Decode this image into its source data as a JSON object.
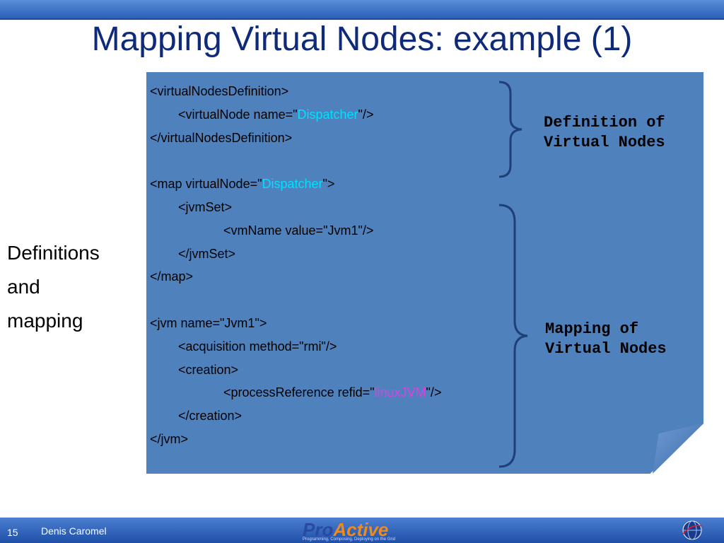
{
  "slide": {
    "title": "Mapping Virtual Nodes: example (1)",
    "side_lines": [
      "Definitions",
      "and",
      "mapping"
    ],
    "code_lines": [
      {
        "indent": 0,
        "parts": [
          {
            "text": "<virtualNodesDefinition>",
            "color": ""
          }
        ]
      },
      {
        "indent": 1,
        "parts": [
          {
            "text": "<virtualNode name=\"",
            "color": ""
          },
          {
            "text": "Dispatcher",
            "color": "cyan"
          },
          {
            "text": "\"/>",
            "color": ""
          }
        ]
      },
      {
        "indent": 0,
        "parts": [
          {
            "text": "</virtualNodesDefinition>",
            "color": ""
          }
        ]
      },
      {
        "indent": 0,
        "parts": []
      },
      {
        "indent": 0,
        "parts": [
          {
            "text": "<map virtualNode=\"",
            "color": ""
          },
          {
            "text": "Dispatcher",
            "color": "cyan"
          },
          {
            "text": "\">",
            "color": ""
          }
        ]
      },
      {
        "indent": 1,
        "parts": [
          {
            "text": "<jvmSet>",
            "color": ""
          }
        ]
      },
      {
        "indent": 2,
        "parts": [
          {
            "text": "<vmName value=\"Jvm1\"/>",
            "color": ""
          }
        ]
      },
      {
        "indent": 1,
        "parts": [
          {
            "text": "</jvmSet>",
            "color": ""
          }
        ]
      },
      {
        "indent": 0,
        "parts": [
          {
            "text": "</map>",
            "color": ""
          }
        ]
      },
      {
        "indent": 0,
        "parts": []
      },
      {
        "indent": 0,
        "parts": [
          {
            "text": "<jvm name=\"Jvm1\">",
            "color": ""
          }
        ]
      },
      {
        "indent": 1,
        "parts": [
          {
            "text": "<acquisition method=\"rmi\"/>",
            "color": ""
          }
        ]
      },
      {
        "indent": 1,
        "parts": [
          {
            "text": "<creation>",
            "color": ""
          }
        ]
      },
      {
        "indent": 2,
        "parts": [
          {
            "text": "<processReference refid=\"",
            "color": ""
          },
          {
            "text": "linuxJVM",
            "color": "magenta"
          },
          {
            "text": "\"/>",
            "color": ""
          }
        ]
      },
      {
        "indent": 1,
        "parts": [
          {
            "text": "</creation>",
            "color": ""
          }
        ]
      },
      {
        "indent": 0,
        "parts": [
          {
            "text": "</jvm>",
            "color": ""
          }
        ]
      }
    ],
    "label_definition": [
      "Definition of",
      "Virtual Nodes"
    ],
    "label_mapping": [
      "Mapping of",
      "Virtual Nodes"
    ]
  },
  "footer": {
    "page_number": "15",
    "author": "Denis Caromel",
    "logo_pro": "Pro",
    "logo_active": "Active",
    "logo_tagline": "Programming, Composing, Deploying on the Grid"
  },
  "colors": {
    "title": "#102a7a",
    "note_background": "#4f81bd",
    "highlight_cyan": "#00e0ff",
    "highlight_magenta": "#e040e0",
    "bar": "#2a5fb8"
  },
  "icons": {
    "globe": "globe-icon"
  }
}
